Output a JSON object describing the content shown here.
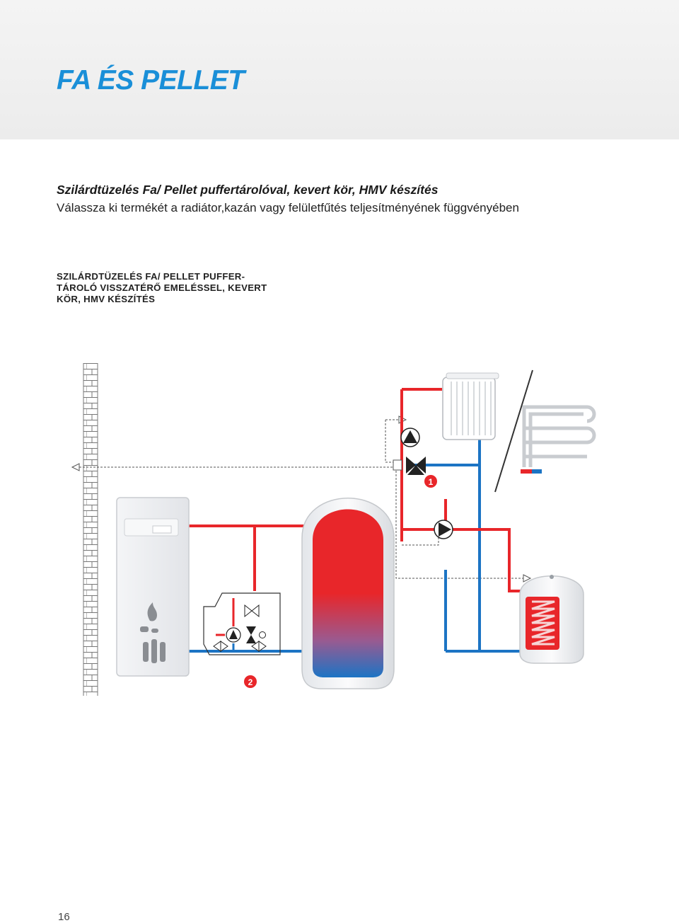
{
  "header": {
    "title": "FA ÉS PELLET"
  },
  "intro": {
    "subtitle": "Szilárdtüzelés Fa/ Pellet puffertárolóval, kevert kör, HMV készítés",
    "description": "Válassza ki termékét a radiátor,kazán vagy felületfűtés teljesítményének függvényében"
  },
  "section": {
    "heading": "SZILÁRDTÜZELÉS FA/ PELLET PUFFER-TÁROLÓ VISSZATÉRŐ EMELÉSSEL, KEVERT KÖR, HMV KÉSZÍTÉS"
  },
  "diagram": {
    "markers": {
      "mixed_circuit": "1",
      "return_boost": "2"
    },
    "colors": {
      "flow": "#e8262a",
      "return": "#1c74c4",
      "control": "#555555",
      "marker": "#e8262a"
    }
  },
  "footer": {
    "page_number": "16"
  }
}
